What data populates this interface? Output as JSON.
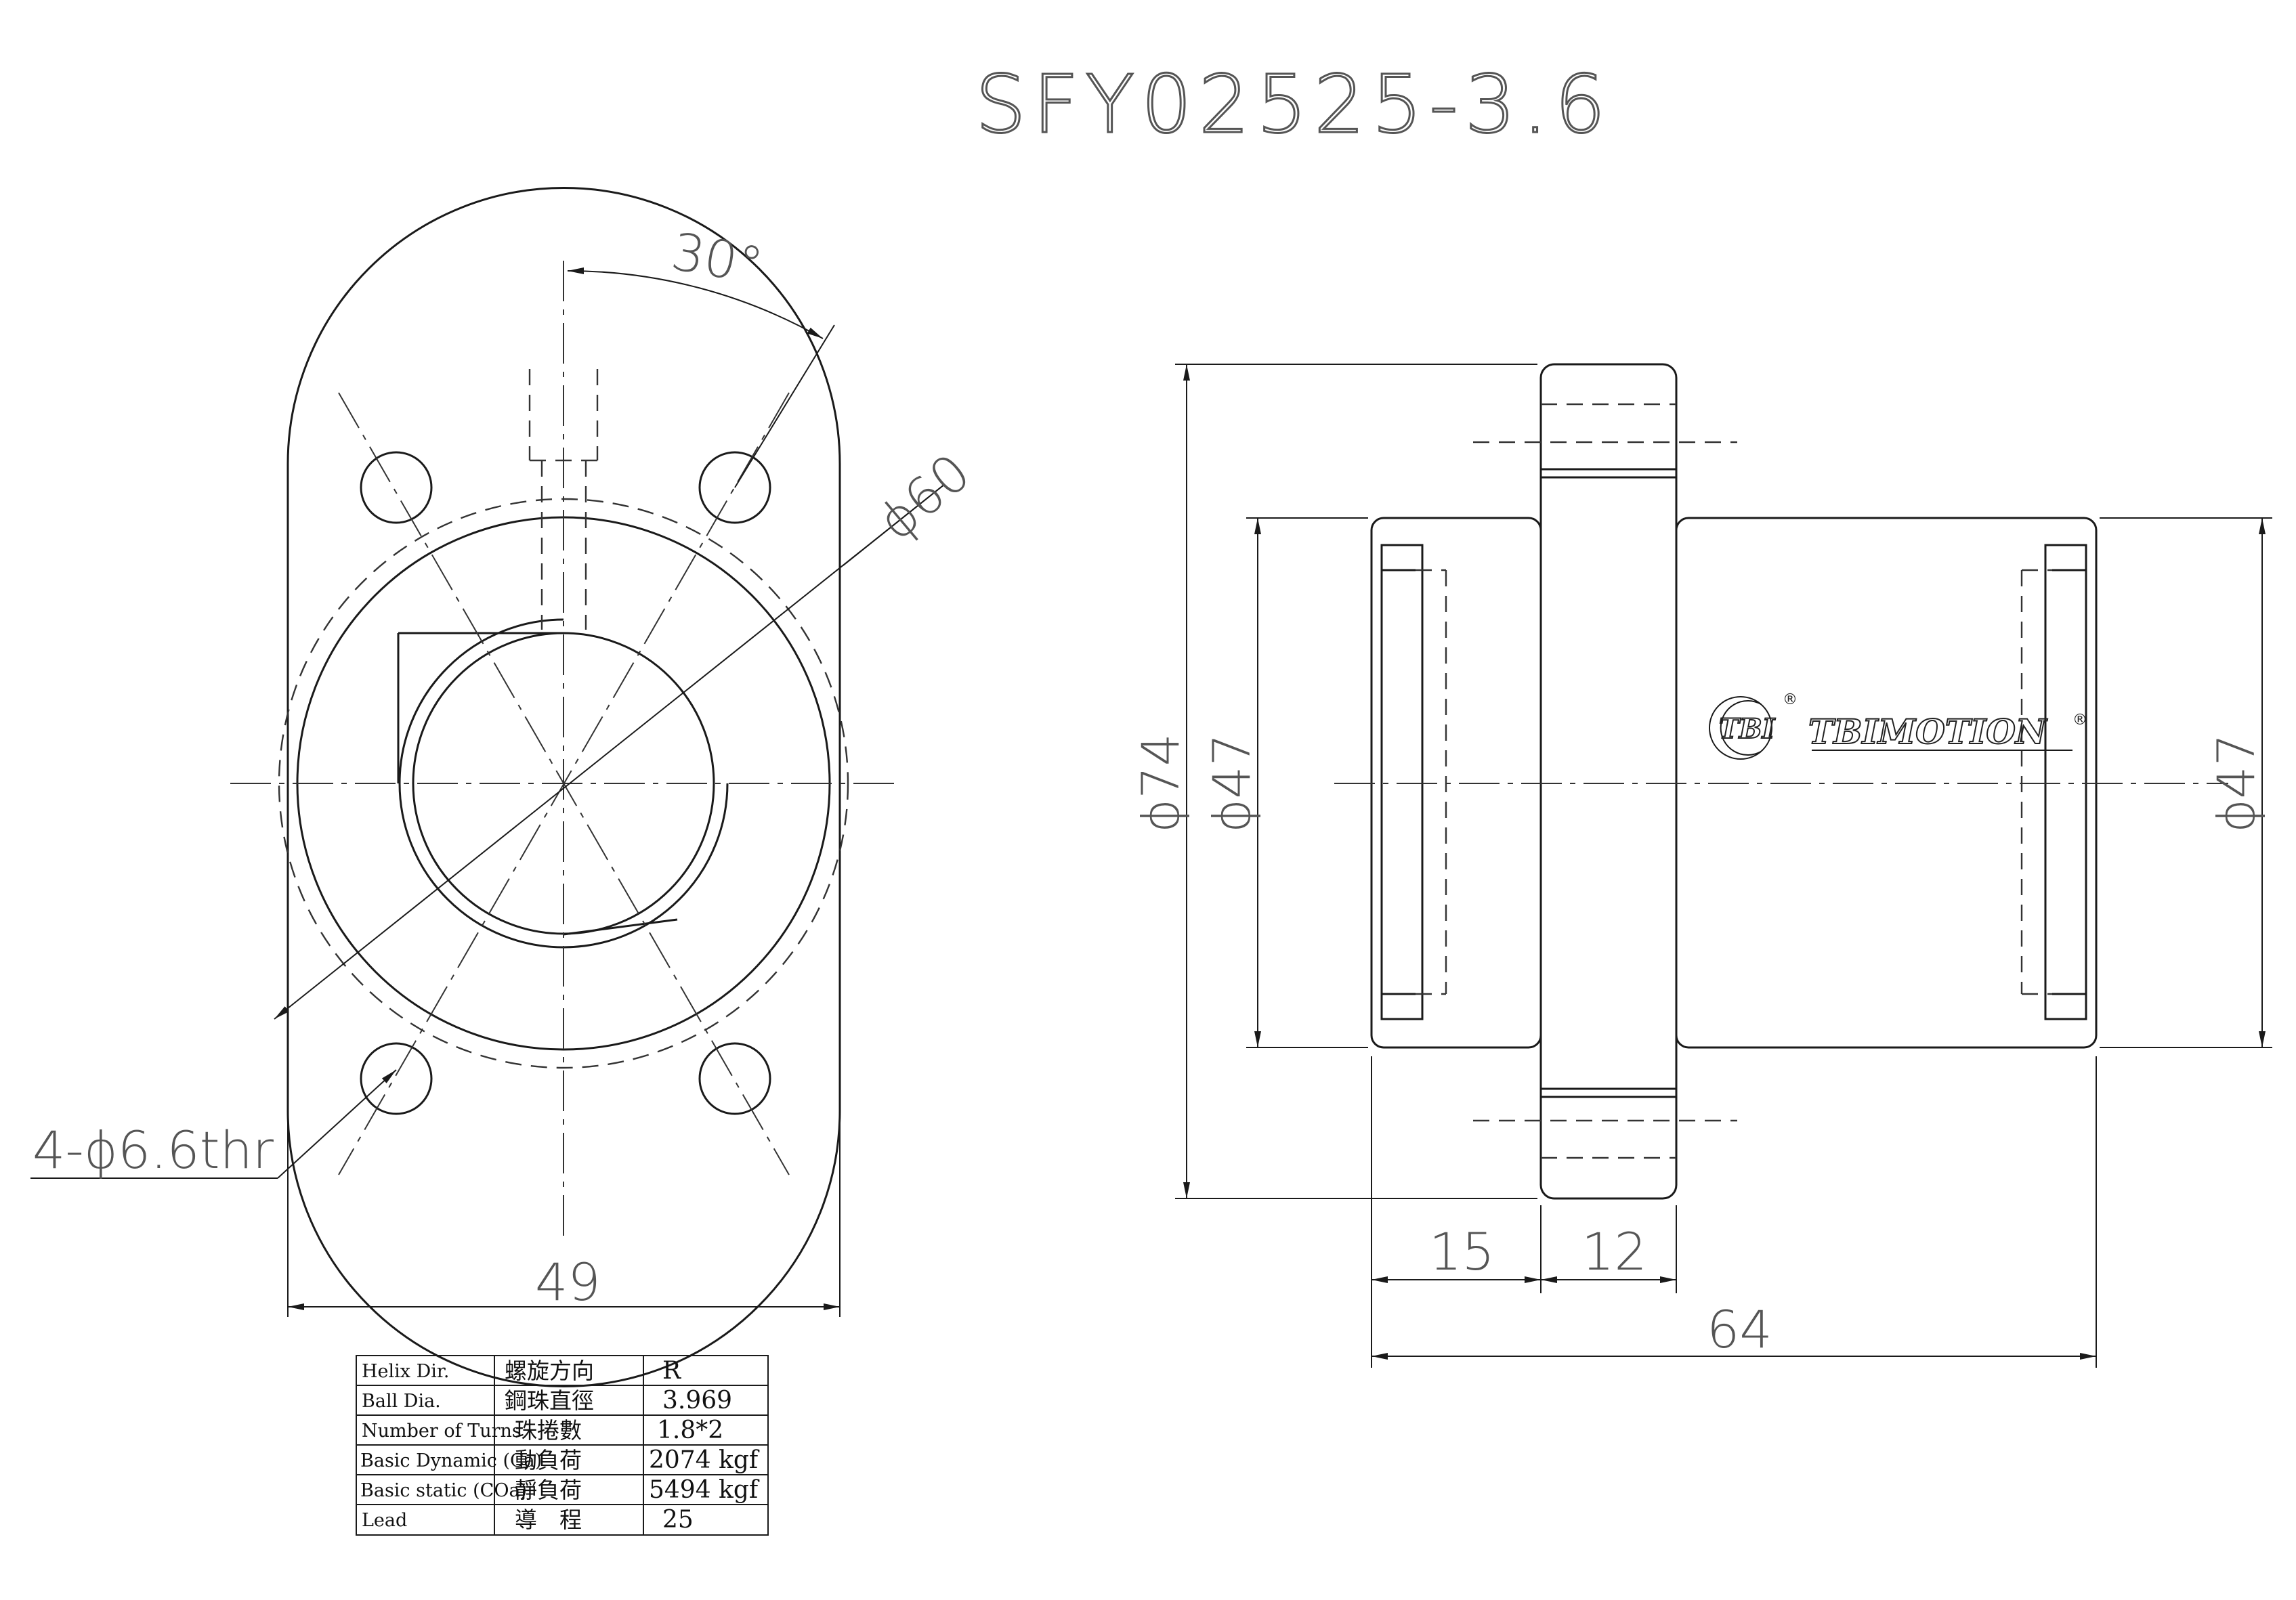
{
  "title": "SFY02525-3.6",
  "left_view": {
    "angle_label": "30°",
    "pcd_label": "ϕ60",
    "hole_label": "4-ϕ6.6thr",
    "width_label": "49"
  },
  "right_view": {
    "flange_dia_label": "ϕ74",
    "body_dia_left_label": "ϕ47",
    "body_dia_right_label": "ϕ47",
    "len_15_label": "15",
    "len_12_label": "12",
    "len_64_label": "64"
  },
  "logo": {
    "mark": "TBI",
    "brand": "TBIMOTION",
    "registered": "®"
  },
  "specs": {
    "rows": [
      {
        "en": "Helix  Dir.",
        "zh": "螺旋方向",
        "value": "R"
      },
      {
        "en": "Ball Dia.",
        "zh": "鋼珠直徑",
        "value": "3.969"
      },
      {
        "en": "Number of Turns",
        "zh": "珠捲數",
        "value": "1.8*2"
      },
      {
        "en": "Basic Dynamic (Ca)",
        "zh": "動負荷",
        "value": "2074 kgf"
      },
      {
        "en": "Basic static (COa)",
        "zh": "靜負荷",
        "value": "5494 kgf"
      },
      {
        "en": "Lead",
        "zh": "導　程",
        "value": "25"
      }
    ]
  }
}
